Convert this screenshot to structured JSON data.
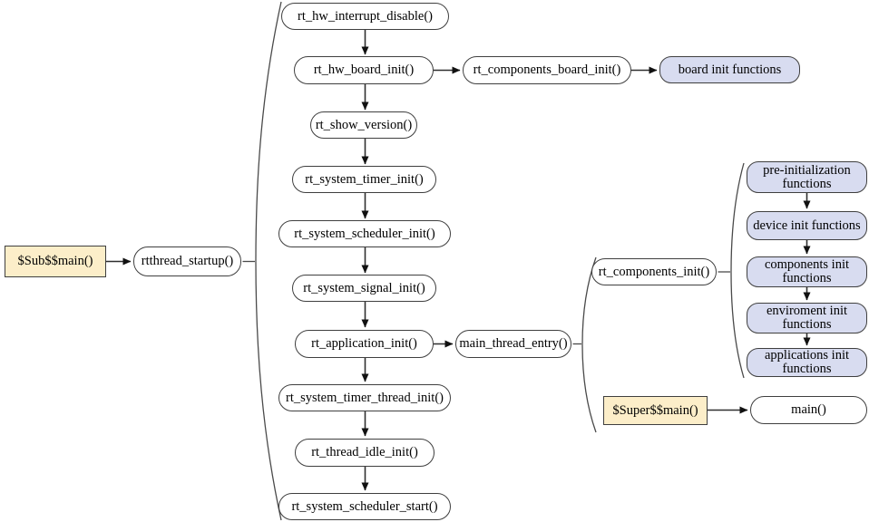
{
  "diagram": {
    "type": "flowchart",
    "subject": "rtthread startup sequence",
    "nodes": {
      "sub_main": {
        "label": "$Sub$$main()"
      },
      "rtthread_startup": {
        "label": "rtthread_startup()"
      },
      "rt_hw_interrupt_disable": {
        "label": "rt_hw_interrupt_disable()"
      },
      "rt_hw_board_init": {
        "label": "rt_hw_board_init()"
      },
      "rt_components_board_init": {
        "label": "rt_components_board_init()"
      },
      "board_init_functions": {
        "label": "board init functions"
      },
      "rt_show_version": {
        "label": "rt_show_version()"
      },
      "rt_system_timer_init": {
        "label": "rt_system_timer_init()"
      },
      "rt_system_scheduler_init": {
        "label": "rt_system_scheduler_init()"
      },
      "rt_system_signal_init": {
        "label": "rt_system_signal_init()"
      },
      "rt_application_init": {
        "label": "rt_application_init()"
      },
      "main_thread_entry": {
        "label": "main_thread_entry()"
      },
      "rt_components_init": {
        "label": "rt_components_init()"
      },
      "rt_system_timer_thread_init": {
        "label": "rt_system_timer_thread_init()"
      },
      "rt_thread_idle_init": {
        "label": "rt_thread_idle_init()"
      },
      "rt_system_scheduler_start": {
        "label": "rt_system_scheduler_start()"
      },
      "pre_initialization_functions": {
        "label": "pre-initialization functions"
      },
      "device_init_functions": {
        "label": "device init functions"
      },
      "components_init_functions": {
        "label": "components init functions"
      },
      "enviroment_init_functions": {
        "label": "enviroment init functions"
      },
      "applications_init_functions": {
        "label": "applications init functions"
      },
      "super_main": {
        "label": "$Super$$main()"
      },
      "main": {
        "label": "main()"
      }
    },
    "edges": [
      {
        "from": "sub_main",
        "to": "rtthread_startup"
      },
      {
        "from": "rt_hw_interrupt_disable",
        "to": "rt_hw_board_init"
      },
      {
        "from": "rt_hw_board_init",
        "to": "rt_components_board_init"
      },
      {
        "from": "rt_components_board_init",
        "to": "board_init_functions"
      },
      {
        "from": "rt_hw_board_init",
        "to": "rt_show_version"
      },
      {
        "from": "rt_show_version",
        "to": "rt_system_timer_init"
      },
      {
        "from": "rt_system_timer_init",
        "to": "rt_system_scheduler_init"
      },
      {
        "from": "rt_system_scheduler_init",
        "to": "rt_system_signal_init"
      },
      {
        "from": "rt_system_signal_init",
        "to": "rt_application_init"
      },
      {
        "from": "rt_application_init",
        "to": "main_thread_entry"
      },
      {
        "from": "rt_application_init",
        "to": "rt_system_timer_thread_init"
      },
      {
        "from": "rt_system_timer_thread_init",
        "to": "rt_thread_idle_init"
      },
      {
        "from": "rt_thread_idle_init",
        "to": "rt_system_scheduler_start"
      },
      {
        "from": "pre_initialization_functions",
        "to": "device_init_functions"
      },
      {
        "from": "device_init_functions",
        "to": "components_init_functions"
      },
      {
        "from": "components_init_functions",
        "to": "enviroment_init_functions"
      },
      {
        "from": "enviroment_init_functions",
        "to": "applications_init_functions"
      },
      {
        "from": "super_main",
        "to": "main"
      }
    ],
    "braces": [
      {
        "from": "rtthread_startup",
        "contains": [
          "rt_hw_interrupt_disable",
          "rt_hw_board_init",
          "rt_show_version",
          "rt_system_timer_init",
          "rt_system_scheduler_init",
          "rt_system_signal_init",
          "rt_application_init",
          "rt_system_timer_thread_init",
          "rt_thread_idle_init",
          "rt_system_scheduler_start"
        ]
      },
      {
        "from": "main_thread_entry",
        "contains": [
          "rt_components_init",
          "super_main"
        ]
      },
      {
        "from": "rt_components_init",
        "contains": [
          "pre_initialization_functions",
          "device_init_functions",
          "components_init_functions",
          "enviroment_init_functions",
          "applications_init_functions"
        ]
      }
    ],
    "colors": {
      "background": "#ffffff",
      "node_fill": "#ffffff",
      "node_border": "#3f3f3f",
      "entry_fill": "#fceec9",
      "group_fill": "#d8dcf0",
      "line": "#2f2f2f",
      "arrowhead": "#111111"
    }
  }
}
